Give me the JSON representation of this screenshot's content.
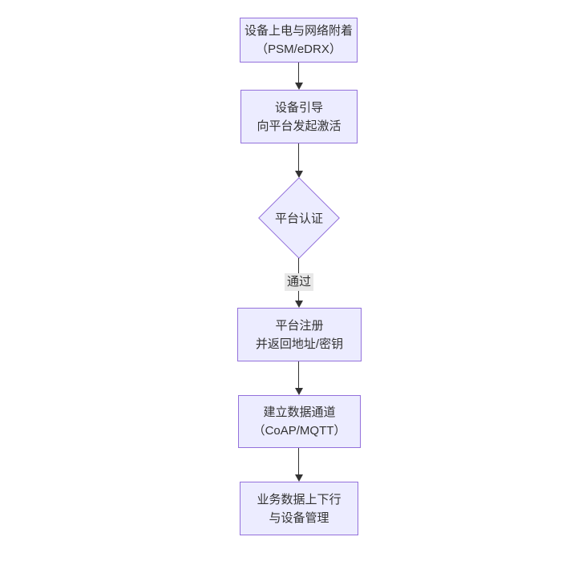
{
  "diagram": {
    "type": "flowchart",
    "direction": "top-down",
    "nodes": [
      {
        "id": "A",
        "shape": "rect",
        "lines": [
          "设备上电与网络附着",
          "（PSM/eDRX）"
        ]
      },
      {
        "id": "B",
        "shape": "rect",
        "lines": [
          "设备引导",
          "向平台发起激活"
        ]
      },
      {
        "id": "C",
        "shape": "diamond",
        "lines": [
          "平台认证"
        ]
      },
      {
        "id": "D",
        "shape": "rect",
        "lines": [
          "平台注册",
          "并返回地址/密钥"
        ]
      },
      {
        "id": "E",
        "shape": "rect",
        "lines": [
          "建立数据通道",
          "（CoAP/MQTT）"
        ]
      },
      {
        "id": "F",
        "shape": "rect",
        "lines": [
          "业务数据上下行",
          "与设备管理"
        ]
      }
    ],
    "edges": [
      {
        "from": "A",
        "to": "B",
        "label": ""
      },
      {
        "from": "B",
        "to": "C",
        "label": ""
      },
      {
        "from": "C",
        "to": "D",
        "label": "通过"
      },
      {
        "from": "D",
        "to": "E",
        "label": ""
      },
      {
        "from": "E",
        "to": "F",
        "label": ""
      }
    ],
    "colors": {
      "node_fill": "#ECECFF",
      "node_border": "#9370DB",
      "edge_line": "#333333",
      "text": "#333333",
      "edge_label_bg": "#e8e8e8",
      "background": "#ffffff"
    }
  }
}
